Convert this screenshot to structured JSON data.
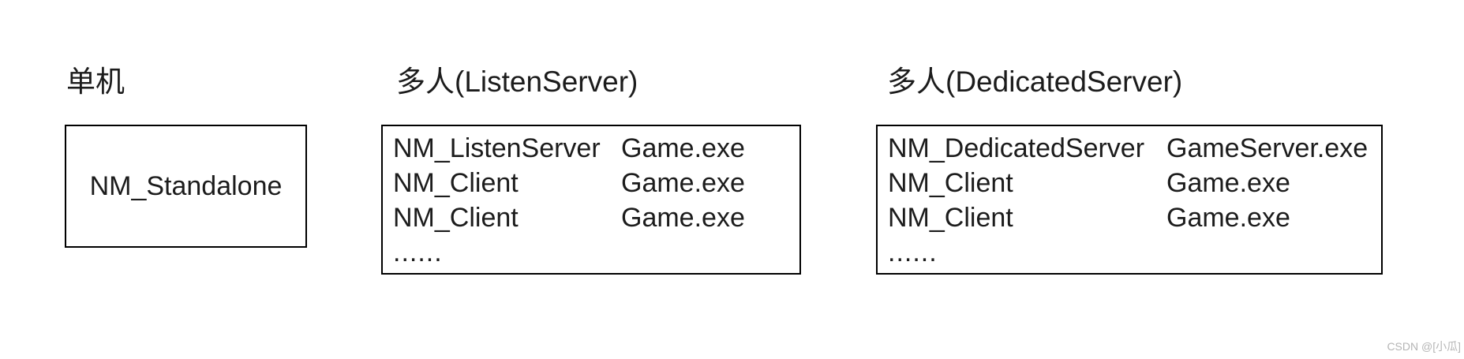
{
  "page": {
    "background_color": "#ffffff",
    "text_color": "#1c1c1c",
    "border_color": "#000000"
  },
  "sections": [
    {
      "title": "单机",
      "box": {
        "label": "NM_Standalone"
      }
    },
    {
      "title": "多人(ListenServer)",
      "box": {
        "rows": [
          {
            "mode": "NM_ListenServer",
            "process": "Game.exe"
          },
          {
            "mode": "NM_Client",
            "process": "Game.exe"
          },
          {
            "mode": "NM_Client",
            "process": "Game.exe"
          }
        ],
        "ellipsis": "......"
      }
    },
    {
      "title": "多人(DedicatedServer)",
      "box": {
        "rows": [
          {
            "mode": "NM_DedicatedServer",
            "process": "GameServer.exe"
          },
          {
            "mode": "NM_Client",
            "process": "Game.exe"
          },
          {
            "mode": "NM_Client",
            "process": "Game.exe"
          }
        ],
        "ellipsis": "......"
      }
    }
  ],
  "watermark": {
    "text": "CSDN @[小瓜]",
    "color": "#b5b5b5"
  }
}
